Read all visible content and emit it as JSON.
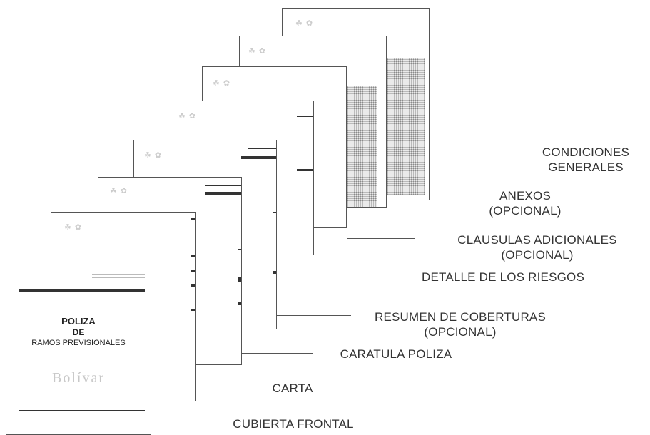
{
  "cover": {
    "title_line1": "POLIZA",
    "title_line2": "DE",
    "title_line3": "RAMOS PREVISIONALES",
    "logo_text": "Bolívar"
  },
  "labels": {
    "condiciones_line1": "CONDICIONES",
    "condiciones_line2": "GENERALES",
    "anexos_line1": "ANEXOS",
    "anexos_line2": "(OPCIONAL)",
    "clausulas_line1": "CLAUSULAS ADICIONALES",
    "clausulas_line2": "(OPCIONAL)",
    "detalle": "DETALLE DE LOS RIESGOS",
    "resumen_line1": "RESUMEN DE COBERTURAS",
    "resumen_line2": "(OPCIONAL)",
    "caratula": "CARATULA POLIZA",
    "carta": "CARTA",
    "cubierta": "CUBIERTA FRONTAL"
  }
}
